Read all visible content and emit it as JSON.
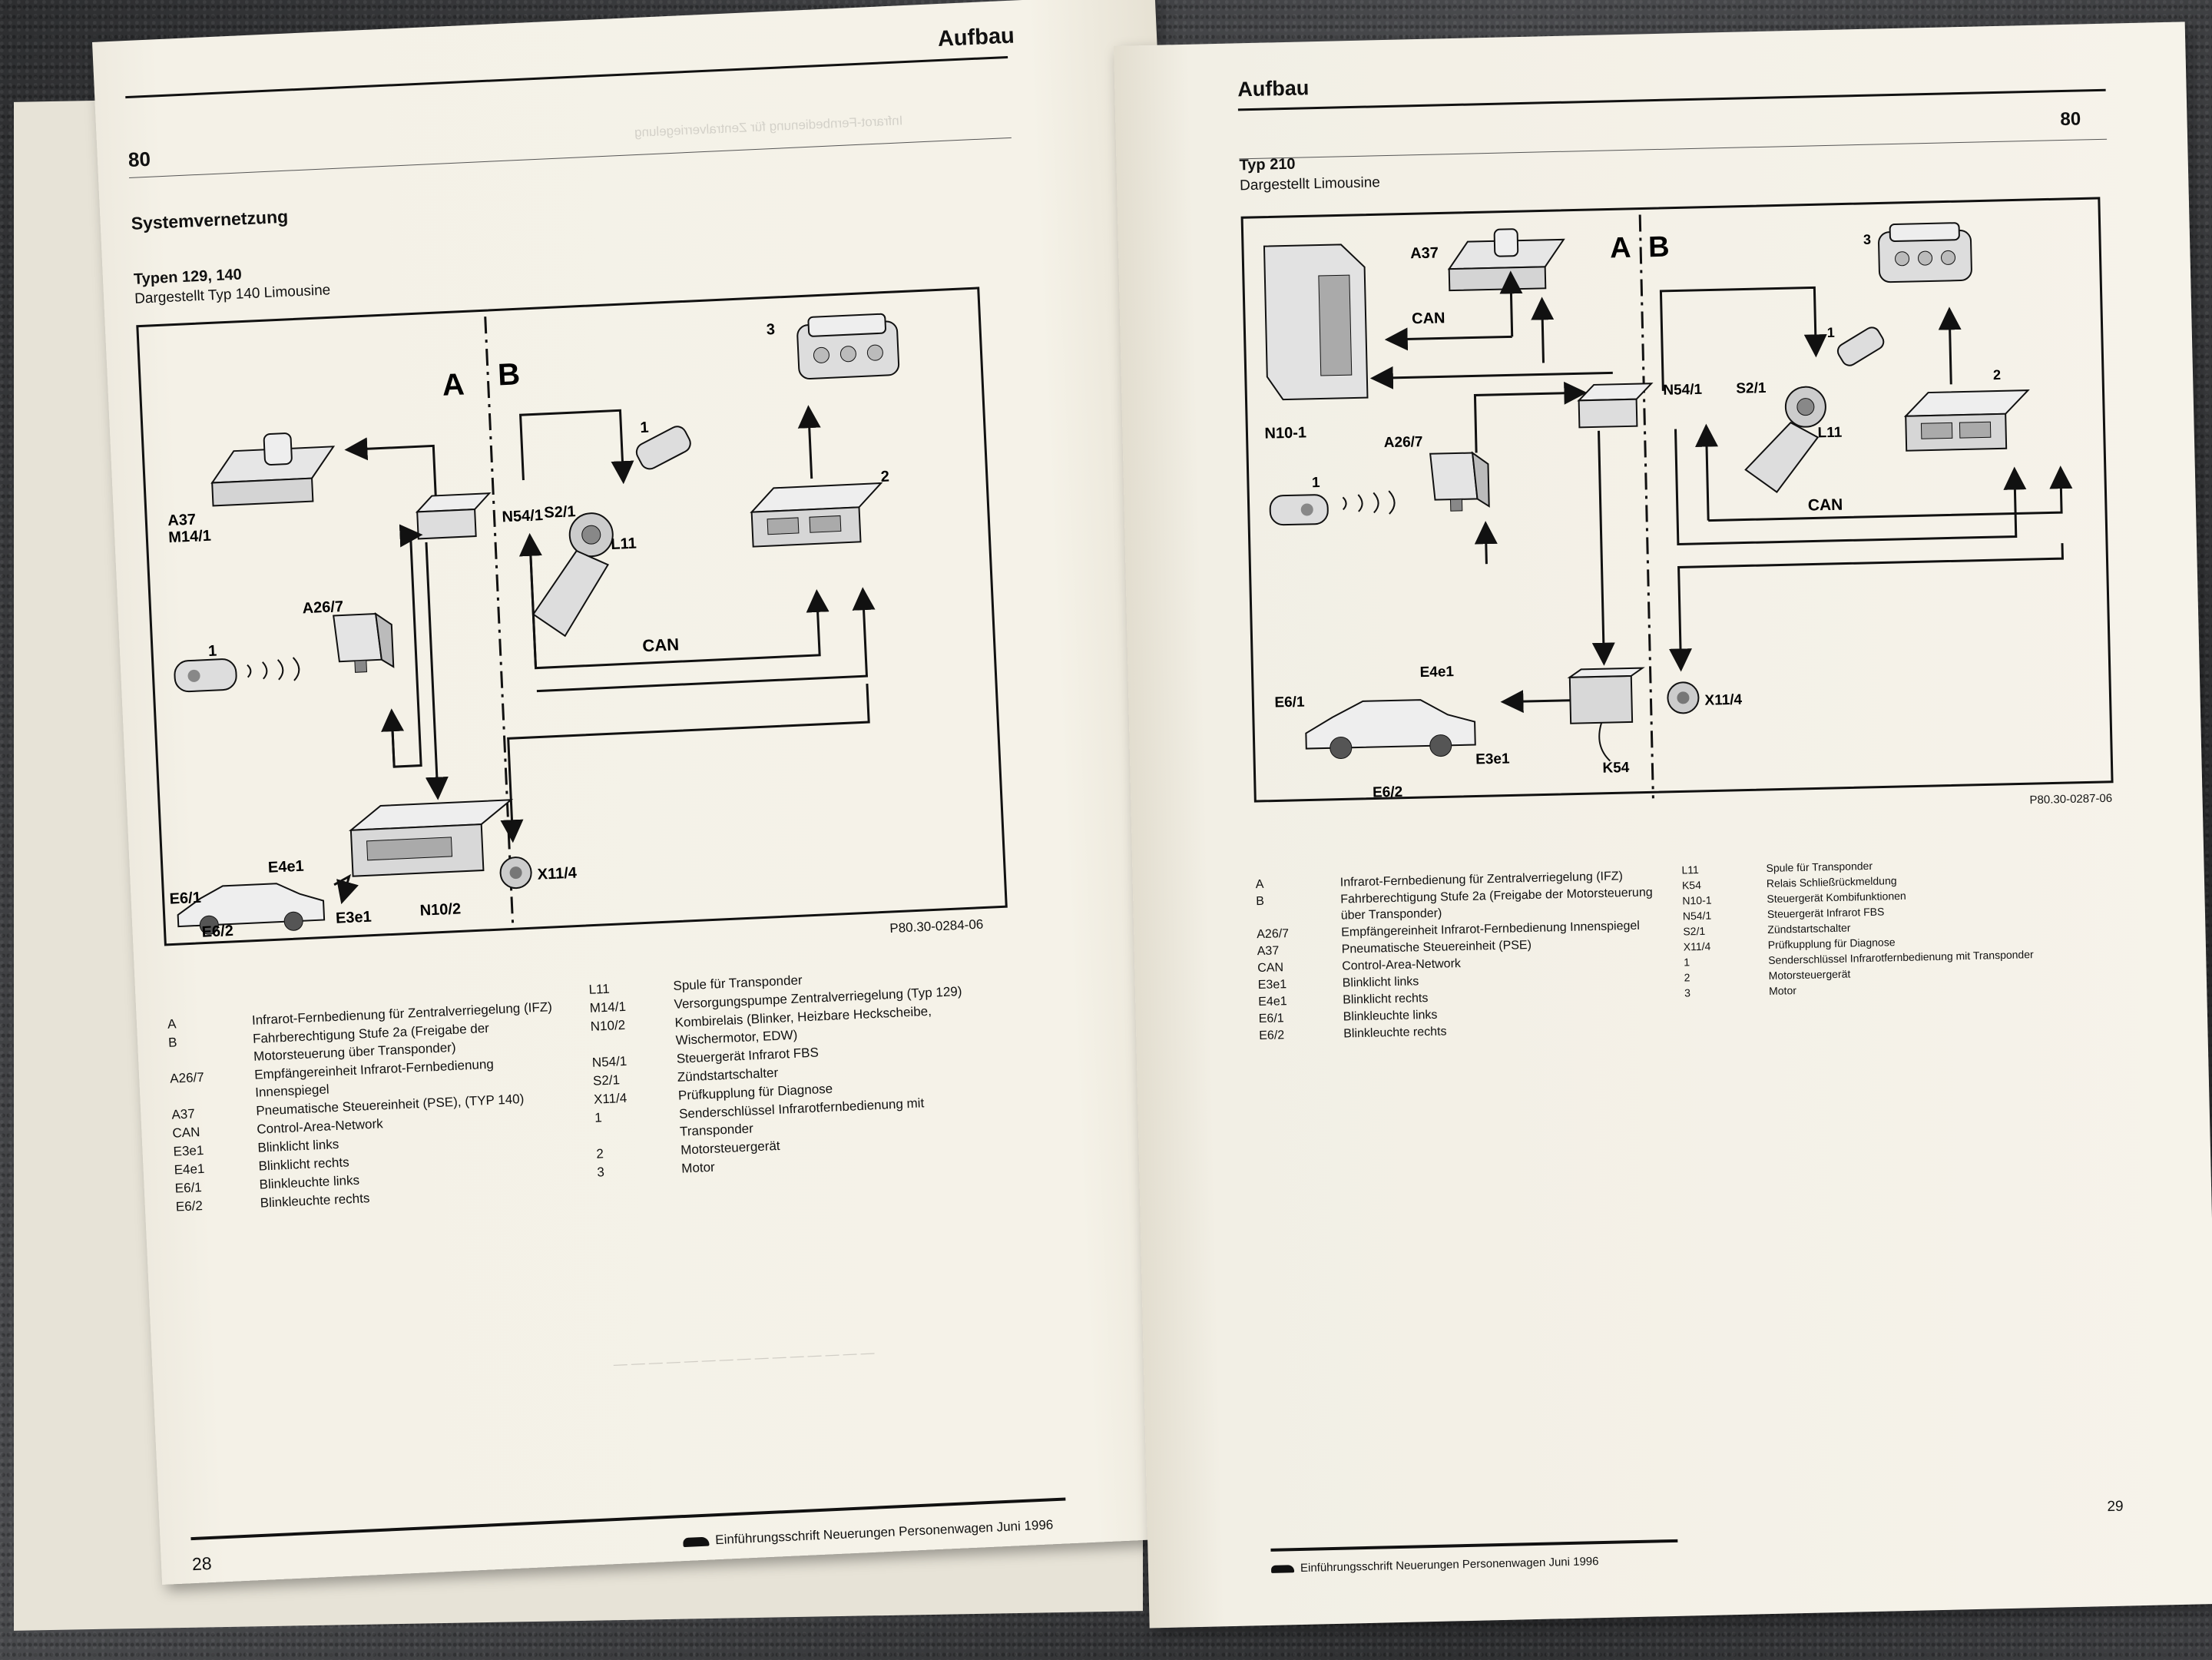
{
  "left": {
    "header": "Aufbau",
    "page_code": "80",
    "section_title": "Systemvernetzung",
    "types_title": "Typen 129, 140",
    "types_sub": "Dargestellt Typ 140 Limousine",
    "diagram": {
      "label_a": "A",
      "label_b": "B",
      "labels": {
        "n3": "3",
        "n1_key": "1",
        "s21": "S2/1",
        "n541": "N54/1",
        "l11": "L11",
        "n2": "2",
        "a37": "A37",
        "m141": "M14/1",
        "a267": "A26/7",
        "n1": "1",
        "can": "CAN",
        "e4e1": "E4e1",
        "e61": "E6/1",
        "e3e1": "E3e1",
        "e62": "E6/2",
        "n102": "N10/2",
        "x114": "X11/4"
      },
      "code": "P80.30-0284-06"
    },
    "legend_col1": [
      {
        "k": "A",
        "v": "Infrarot-Fernbedienung für Zentralverriegelung (IFZ)"
      },
      {
        "k": "B",
        "v": "Fahrberechtigung Stufe 2a (Freigabe der Motorsteuerung über Transponder)"
      },
      {
        "k": "A26/7",
        "v": "Empfängereinheit Infrarot-Fernbedienung Innenspiegel"
      },
      {
        "k": "A37",
        "v": "Pneumatische Steuereinheit (PSE), (TYP 140)"
      },
      {
        "k": "CAN",
        "v": "Control-Area-Network"
      },
      {
        "k": "E3e1",
        "v": "Blinklicht links"
      },
      {
        "k": "E4e1",
        "v": "Blinklicht rechts"
      },
      {
        "k": "E6/1",
        "v": "Blinkleuchte links"
      },
      {
        "k": "E6/2",
        "v": "Blinkleuchte rechts"
      }
    ],
    "legend_col2": [
      {
        "k": "L11",
        "v": "Spule für Transponder"
      },
      {
        "k": "M14/1",
        "v": "Versorgungspumpe Zentralverriegelung (Typ 129)"
      },
      {
        "k": "N10/2",
        "v": "Kombirelais (Blinker, Heizbare Heckscheibe, Wischermotor, EDW)"
      },
      {
        "k": "N54/1",
        "v": "Steuergerät Infrarot FBS"
      },
      {
        "k": "S2/1",
        "v": "Zündstartschalter"
      },
      {
        "k": "X11/4",
        "v": "Prüfkupplung für Diagnose"
      },
      {
        "k": "1",
        "v": "Senderschlüssel Infrarotfernbedienung mit Transponder"
      },
      {
        "k": "2",
        "v": "Motorsteuergerät"
      },
      {
        "k": "3",
        "v": "Motor"
      }
    ],
    "page_number": "28",
    "footer": "Einführungsschrift Neuerungen Personenwagen Juni 1996"
  },
  "right": {
    "header": "Aufbau",
    "page_code": "80",
    "types_title": "Typ 210",
    "types_sub": "Dargestellt Limousine",
    "diagram": {
      "label_a": "A",
      "label_b": "B",
      "labels": {
        "a37": "A37",
        "n3": "3",
        "can_top": "CAN",
        "n1_key": "1",
        "n101": "N10-1",
        "n541": "N54/1",
        "s21": "S2/1",
        "n2": "2",
        "l11": "L11",
        "a267": "A26/7",
        "n1": "1",
        "can": "CAN",
        "e4e1": "E4e1",
        "e61": "E6/1",
        "e3e1": "E3e1",
        "e62": "E6/2",
        "k54": "K54",
        "x114": "X11/4"
      },
      "code": "P80.30-0287-06"
    },
    "legend_col1": [
      {
        "k": "A",
        "v": "Infrarot-Fernbedienung für Zentralverriegelung (IFZ)"
      },
      {
        "k": "B",
        "v": "Fahrberechtigung Stufe 2a (Freigabe der Motorsteuerung über Transponder)"
      },
      {
        "k": "A26/7",
        "v": "Empfängereinheit Infrarot-Fernbedienung Innenspiegel"
      },
      {
        "k": "A37",
        "v": "Pneumatische Steuereinheit (PSE)"
      },
      {
        "k": "CAN",
        "v": "Control-Area-Network"
      },
      {
        "k": "E3e1",
        "v": "Blinklicht links"
      },
      {
        "k": "E4e1",
        "v": "Blinklicht rechts"
      },
      {
        "k": "E6/1",
        "v": "Blinkleuchte links"
      },
      {
        "k": "E6/2",
        "v": "Blinkleuchte rechts"
      }
    ],
    "legend_col2": [
      {
        "k": "L11",
        "v": "Spule für Transponder"
      },
      {
        "k": "K54",
        "v": "Relais Schließrückmeldung"
      },
      {
        "k": "N10-1",
        "v": "Steuergerät Kombifunktionen"
      },
      {
        "k": "N54/1",
        "v": "Steuergerät Infrarot FBS"
      },
      {
        "k": "S2/1",
        "v": "Zündstartschalter"
      },
      {
        "k": "X11/4",
        "v": "Prüfkupplung für Diagnose"
      },
      {
        "k": "1",
        "v": "Senderschlüssel Infrarotfernbedienung mit Transponder"
      },
      {
        "k": "2",
        "v": "Motorsteuergerät"
      },
      {
        "k": "3",
        "v": "Motor"
      }
    ],
    "page_number": "29",
    "footer": "Einführungsschrift Neuerungen Personenwagen Juni 1996"
  }
}
